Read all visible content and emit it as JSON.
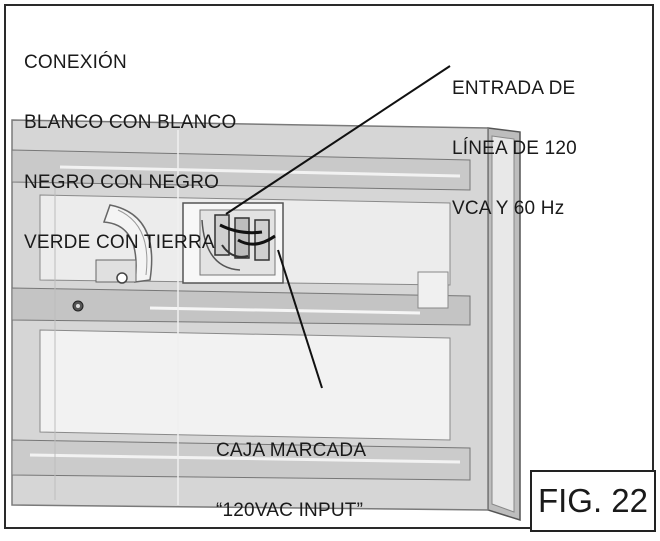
{
  "labels": {
    "conexion": [
      "CONEXIÓN",
      "BLANCO CON BLANCO",
      "NEGRO CON NEGRO",
      "VERDE CON TIERRA"
    ],
    "entrada": [
      "ENTRADA DE",
      "LÍNEA DE 120",
      "VCA Y 60 Hz"
    ],
    "caja": [
      "CAJA MARCADA",
      "“120VAC INPUT”"
    ],
    "figure": "FIG. 22"
  },
  "colors": {
    "line": "#1a1a1a",
    "panel_fill": "#d9d9d9",
    "panel_edge": "#8c8c8c",
    "background": "#ffffff"
  }
}
